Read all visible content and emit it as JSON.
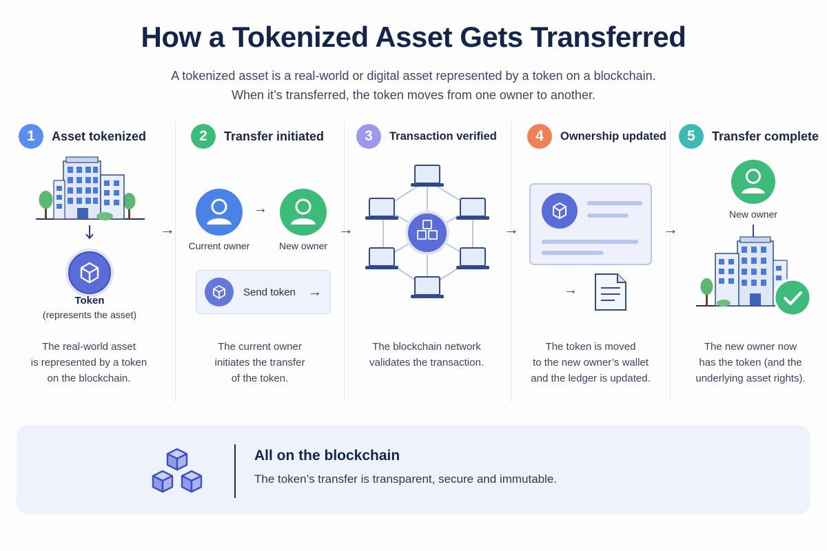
{
  "title": "How a Tokenized Asset Gets Transferred",
  "subtitle_line1": "A tokenized asset is a real-world or digital asset represented by a token on a blockchain.",
  "subtitle_line2": "When it’s transferred, the token moves from one owner to another.",
  "colors": {
    "step1": "#5b8cf0",
    "step2": "#3dbb7a",
    "step3": "#9d97ee",
    "step4": "#f08058",
    "step5": "#3fbab2",
    "accent": "#5a6cd8",
    "navy": "#14254a"
  },
  "steps": [
    {
      "number": "1",
      "label": "Asset tokenized",
      "icons": [
        "building-icon",
        "token-icon"
      ],
      "token_label": "Token",
      "token_sublabel": "(represents the asset)",
      "desc_lines": [
        "The real-world asset",
        "is represented by a token",
        "on the blockchain."
      ]
    },
    {
      "number": "2",
      "label": "Transfer initiated",
      "icons": [
        "user-icon",
        "token-icon"
      ],
      "from_label": "Current owner",
      "to_label": "New owner",
      "action_label": "Send token",
      "desc_lines": [
        "The current owner",
        "initiates the transfer",
        "of the token."
      ]
    },
    {
      "number": "3",
      "label": "Transaction verified",
      "icons": [
        "network-icon",
        "laptop-icon",
        "blocks-icon"
      ],
      "desc_lines": [
        "The blockchain network",
        "validates the transaction."
      ]
    },
    {
      "number": "4",
      "label": "Ownership updated",
      "icons": [
        "wallet-card-icon",
        "ledger-document-icon"
      ],
      "desc_lines": [
        "The token is moved",
        "to the new owner’s wallet",
        "and the ledger is updated."
      ]
    },
    {
      "number": "5",
      "label": "Transfer complete",
      "icons": [
        "user-icon",
        "building-icon",
        "check-icon"
      ],
      "owner_label": "New owner",
      "desc_lines": [
        "The new owner now",
        "has the token (and the",
        "underlying asset rights)."
      ]
    }
  ],
  "footer": {
    "title": "All on the blockchain",
    "subtitle": "The token’s transfer is transparent, secure and immutable.",
    "icon": "blocks-icon"
  }
}
